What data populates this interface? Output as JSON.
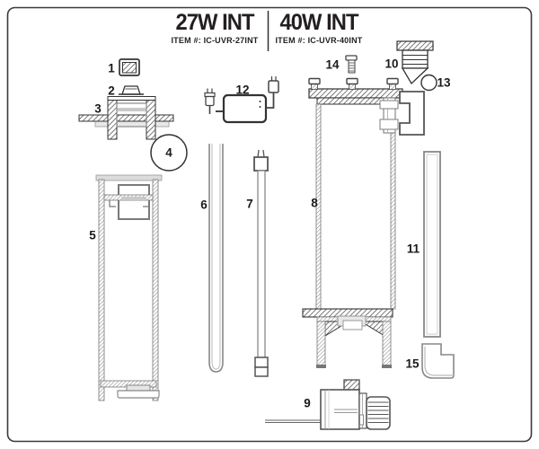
{
  "header": {
    "left": {
      "title": "27W INT",
      "item_number": "ITEM #: IC-UVR-27INT"
    },
    "right": {
      "title": "40W INT",
      "item_number": "ITEM #: IC-UVR-40INT"
    }
  },
  "parts": [
    {
      "num": "1"
    },
    {
      "num": "2"
    },
    {
      "num": "3"
    },
    {
      "num": "4"
    },
    {
      "num": "5"
    },
    {
      "num": "6"
    },
    {
      "num": "7"
    },
    {
      "num": "8"
    },
    {
      "num": "9"
    },
    {
      "num": "10"
    },
    {
      "num": "11"
    },
    {
      "num": "12"
    },
    {
      "num": "13"
    },
    {
      "num": "14"
    },
    {
      "num": "15"
    }
  ],
  "colors": {
    "ink": "#2b2b2b",
    "wall_gray": "#777777",
    "band_gray": "#dcdcdc"
  }
}
